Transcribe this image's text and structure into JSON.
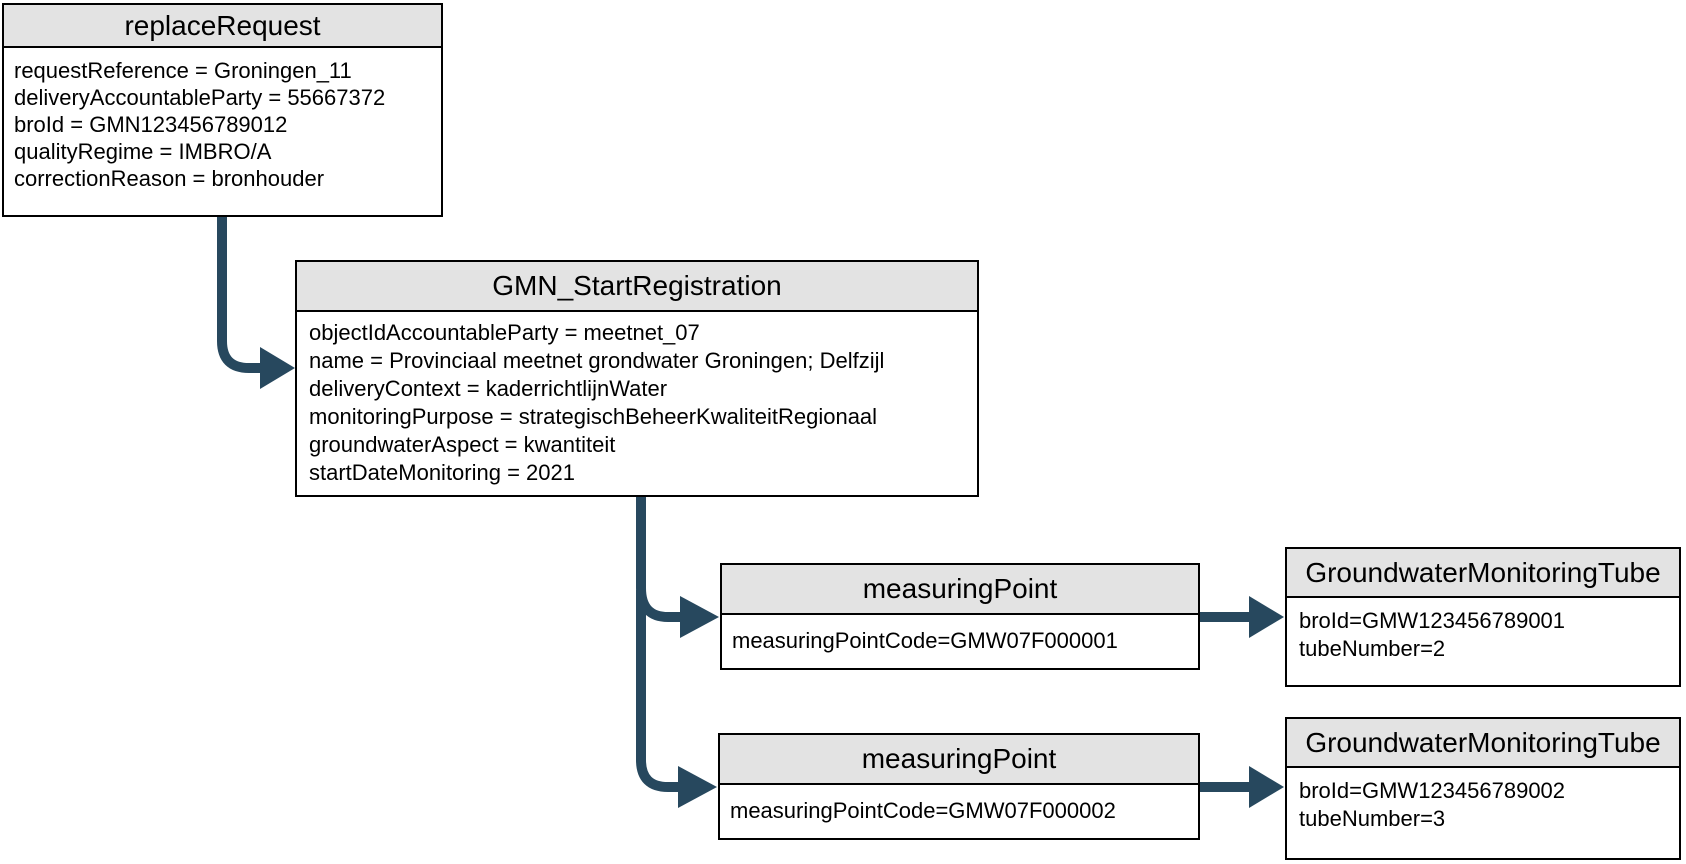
{
  "diagram": {
    "colors": {
      "arrow": "#27485e",
      "header_bg": "#e3e3e3",
      "border": "#000000"
    },
    "nodes": {
      "replace_request": {
        "title": "replaceRequest",
        "attributes": [
          "requestReference = Groningen_11",
          "deliveryAccountableParty = 55667372",
          "broId = GMN123456789012",
          "qualityRegime = IMBRO/A",
          "correctionReason = bronhouder"
        ]
      },
      "gmn_start_registration": {
        "title": "GMN_StartRegistration",
        "attributes": [
          "objectIdAccountableParty = meetnet_07",
          "name = Provinciaal meetnet grondwater Groningen; Delfzijl",
          "deliveryContext = kaderrichtlijnWater",
          "monitoringPurpose = strategischBeheerKwaliteitRegionaal",
          "groundwaterAspect = kwantiteit",
          "startDateMonitoring = 2021"
        ]
      },
      "measuring_point_1": {
        "title": "measuringPoint",
        "attributes": [
          "measuringPointCode=GMW07F000001"
        ]
      },
      "measuring_point_2": {
        "title": "measuringPoint",
        "attributes": [
          "measuringPointCode=GMW07F000002"
        ]
      },
      "groundwater_monitoring_tube_1": {
        "title": "GroundwaterMonitoringTube",
        "attributes": [
          "broId=GMW123456789001",
          "tubeNumber=2"
        ]
      },
      "groundwater_monitoring_tube_2": {
        "title": "GroundwaterMonitoringTube",
        "attributes": [
          "broId=GMW123456789002",
          "tubeNumber=3"
        ]
      }
    }
  }
}
